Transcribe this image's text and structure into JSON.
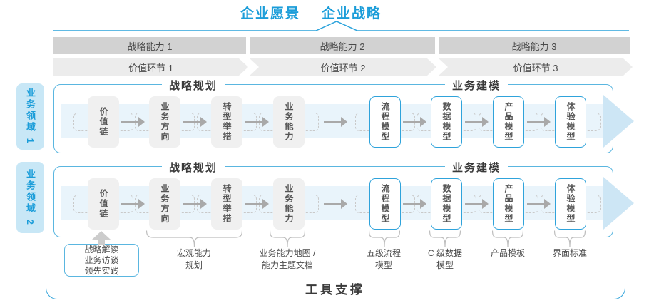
{
  "header": {
    "vision": "企业愿景",
    "strategy": "企业战略"
  },
  "strategic_capabilities": [
    {
      "label": "战略能力 1"
    },
    {
      "label": "战略能力 2"
    },
    {
      "label": "战略能力 3"
    }
  ],
  "value_links": [
    {
      "label": "价值环节 1"
    },
    {
      "label": "价值环节 2"
    },
    {
      "label": "价值环节 3"
    }
  ],
  "business_domains": [
    {
      "label": "业务领域 1"
    },
    {
      "label": "业务领域 2"
    }
  ],
  "section_headers": {
    "planning": "战略规划",
    "modeling": "业务建模"
  },
  "flow_boxes": [
    {
      "label": "价值链",
      "variant": "gray"
    },
    {
      "label": "业务方向",
      "variant": "gray"
    },
    {
      "label": "转型举措",
      "variant": "gray"
    },
    {
      "label": "业务能力",
      "variant": "gray"
    },
    {
      "label": "流程模型",
      "variant": "blue"
    },
    {
      "label": "数据模型",
      "variant": "blue"
    },
    {
      "label": "产品模型",
      "variant": "blue"
    },
    {
      "label": "体验模型",
      "variant": "blue"
    }
  ],
  "annotations": {
    "inputs_box_lines": [
      "战略解读",
      "业务访谈",
      "领先实践"
    ],
    "notes": [
      {
        "line1": "宏观能力",
        "line2": "规划"
      },
      {
        "line1": "业务能力地图 /",
        "line2": "能力主题文档"
      },
      {
        "line1": "五级流程",
        "line2": "模型"
      },
      {
        "line1": "C 级数据",
        "line2": "模型"
      },
      {
        "line1": "产品模板",
        "line2": ""
      },
      {
        "line1": "界面标准",
        "line2": ""
      }
    ]
  },
  "footer": {
    "tool_support": "工具支撑"
  },
  "colors": {
    "accent_blue": "#1b9dd9",
    "panel_border_blue": "#5ab6e0",
    "box_border_blue": "#2fa3db",
    "band_blue": "#e9f4fb",
    "band_arrowhead_blue": "#cde6f5",
    "tab_bg_blue": "#c8e7f6",
    "bar_dark_gray": "#d2d2d2",
    "bar_light_gray": "#ececec",
    "box_gray": "#f0f0f0",
    "text_dark": "#4a4a4a"
  }
}
